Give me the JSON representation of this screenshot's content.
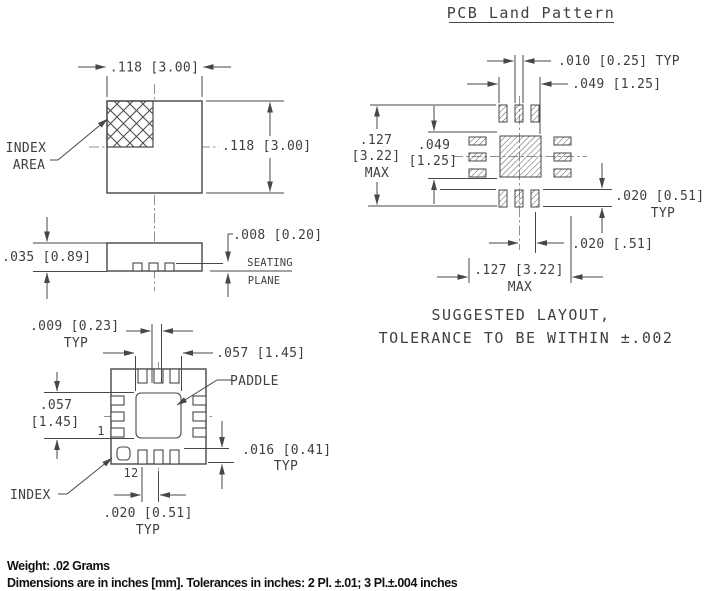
{
  "colors": {
    "ink": "#45474b",
    "centerline": "#8f9194",
    "background": "#ffffff"
  },
  "title": "PCB Land Pattern",
  "top_view": {
    "width_dim": ".118 [3.00]",
    "height_dim": ".118 [3.00]",
    "index_label_1": "INDEX",
    "index_label_2": "AREA"
  },
  "side_view": {
    "height_dim": ".035 [0.89]",
    "lead_thickness_dim": ".008 [0.20]",
    "seating_label_1": "SEATING",
    "seating_label_2": "PLANE"
  },
  "bottom_view": {
    "lead_width_dim": ".009 [0.23]",
    "lead_width_typ": "TYP",
    "paddle_width_dim": ".057 [1.45]",
    "paddle_label": "PADDLE",
    "paddle_height_dim_1": ".057",
    "paddle_height_dim_2": "[1.45]",
    "pin1_label": "1",
    "pin12_label": "12",
    "lead_length_dim": ".016 [0.41]",
    "lead_length_typ": "TYP",
    "pitch_dim": ".020 [0.51]",
    "pitch_typ": "TYP",
    "index_label": "INDEX"
  },
  "land_pattern": {
    "pad_width_dim": ".010 [0.25] TYP",
    "pad_row_span_dim": ".049 [1.25]",
    "overall_height_dim_1": ".127",
    "overall_height_dim_2": "[3.22]",
    "overall_height_dim_3": "MAX",
    "center_pad_dim_1": ".049",
    "center_pad_dim_2": "[1.25]",
    "pad_length_dim": ".020 [0.51]",
    "pad_length_typ": "TYP",
    "pad_pitch_dim": ".020 [.51]",
    "overall_width_dim_1": ".127 [3.22]",
    "overall_width_dim_2": "MAX",
    "note_1": "SUGGESTED LAYOUT,",
    "note_2": "TOLERANCE TO BE WITHIN ±.002"
  },
  "footer": {
    "weight": "Weight: .02 Grams",
    "tolerance_note": "Dimensions are in inches [mm]. Tolerances in inches: 2 Pl. ±.01; 3 Pl.±.004 inches"
  }
}
